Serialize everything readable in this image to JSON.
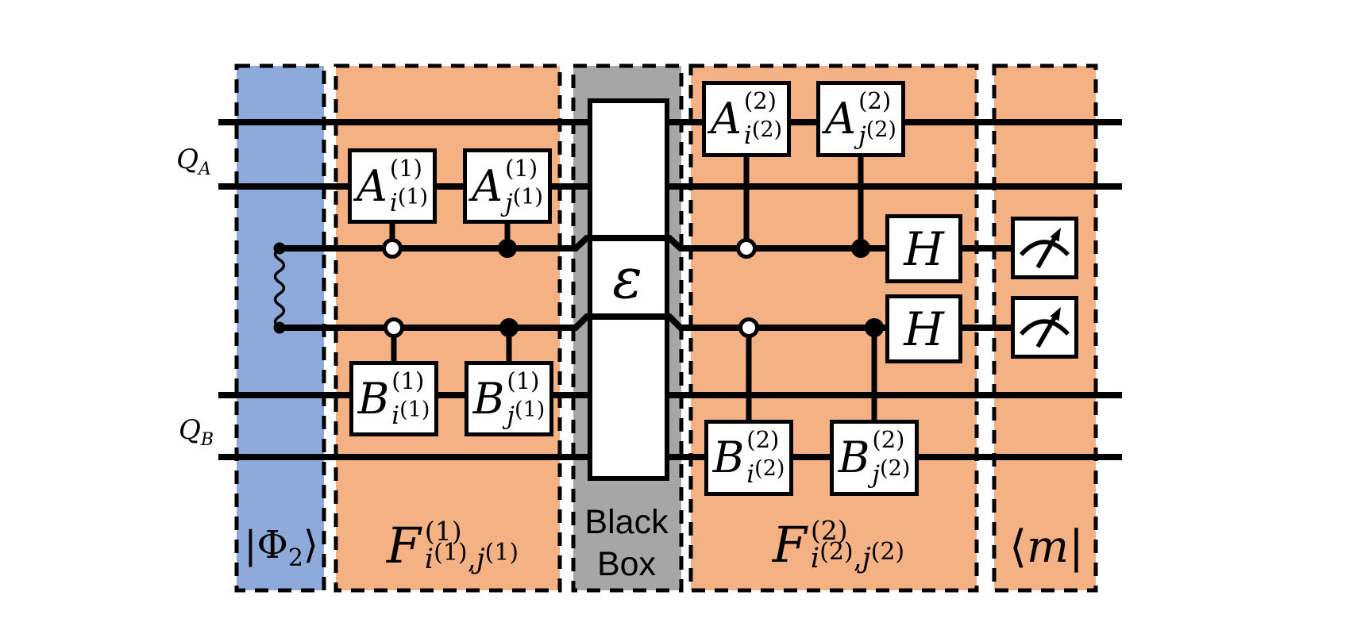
{
  "colors": {
    "region_blue": "#8EAADB",
    "region_orange": "#F4B183",
    "region_gray": "#A6A6A6",
    "line": "#000000",
    "gate_bg": "#FFFFFF",
    "text": "#000000"
  },
  "wire_labels": {
    "qa": {
      "base": "Q",
      "sub": "A"
    },
    "qb": {
      "base": "Q",
      "sub": "B"
    }
  },
  "regions": {
    "entangled_state": {
      "pre": "|Φ",
      "sub": "2",
      "post": "⟩"
    },
    "frame1": {
      "base": "F",
      "sup": "(1)",
      "sub_i": "i",
      "sub_i_sup": "(1)",
      "comma": ",",
      "sub_j": "j",
      "sub_j_sup": "(1)"
    },
    "black_box": {
      "line1": "Black",
      "line2": "Box"
    },
    "frame2": {
      "base": "F",
      "sup": "(2)",
      "sub_i": "i",
      "sub_i_sup": "(2)",
      "comma": ",",
      "sub_j": "j",
      "sub_j_sup": "(2)"
    },
    "measurement": {
      "pre": "⟨",
      "m": "m",
      "post": "|"
    }
  },
  "gates": {
    "a_i1": {
      "base": "A",
      "sup": "(1)",
      "sub": "i",
      "sub_sup": "(1)"
    },
    "a_j1": {
      "base": "A",
      "sup": "(1)",
      "sub": "j",
      "sub_sup": "(1)"
    },
    "b_i1": {
      "base": "B",
      "sup": "(1)",
      "sub": "i",
      "sub_sup": "(1)"
    },
    "b_j1": {
      "base": "B",
      "sup": "(1)",
      "sub": "j",
      "sub_sup": "(1)"
    },
    "a_i2": {
      "base": "A",
      "sup": "(2)",
      "sub": "i",
      "sub_sup": "(2)"
    },
    "a_j2": {
      "base": "A",
      "sup": "(2)",
      "sub": "j",
      "sub_sup": "(2)"
    },
    "b_i2": {
      "base": "B",
      "sup": "(2)",
      "sub": "i",
      "sub_sup": "(2)"
    },
    "b_j2": {
      "base": "B",
      "sup": "(2)",
      "sub": "j",
      "sub_sup": "(2)"
    },
    "hadamard": "H",
    "channel": "ε"
  }
}
